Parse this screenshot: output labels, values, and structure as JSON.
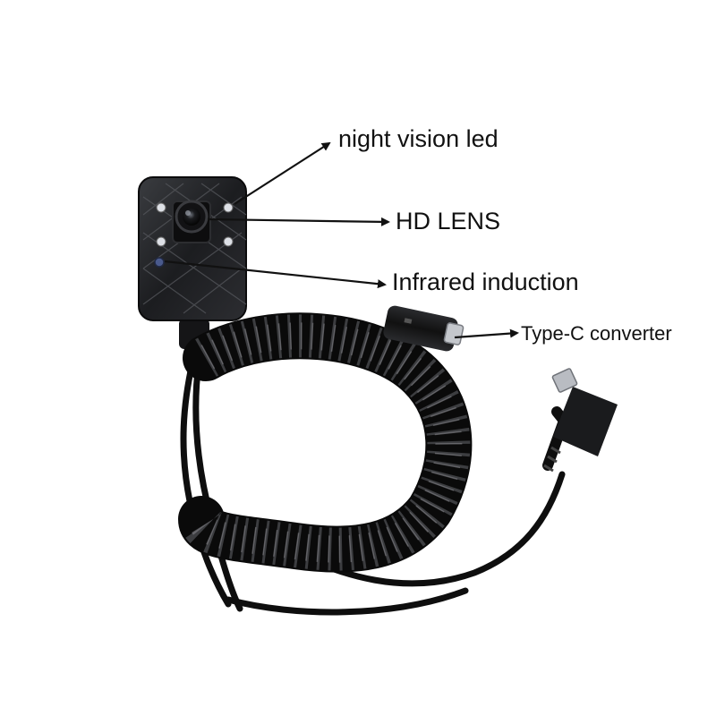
{
  "callouts": {
    "night_vision_led": "night vision led",
    "hd_lens": "HD LENS",
    "infrared_induction": "Infrared induction",
    "type_c_converter": "Type-C converter"
  },
  "colors": {
    "background": "#ffffff",
    "device_body": "#1e1f22",
    "cable": "#0d0d0d",
    "arrow": "#111111",
    "text": "#111111"
  }
}
